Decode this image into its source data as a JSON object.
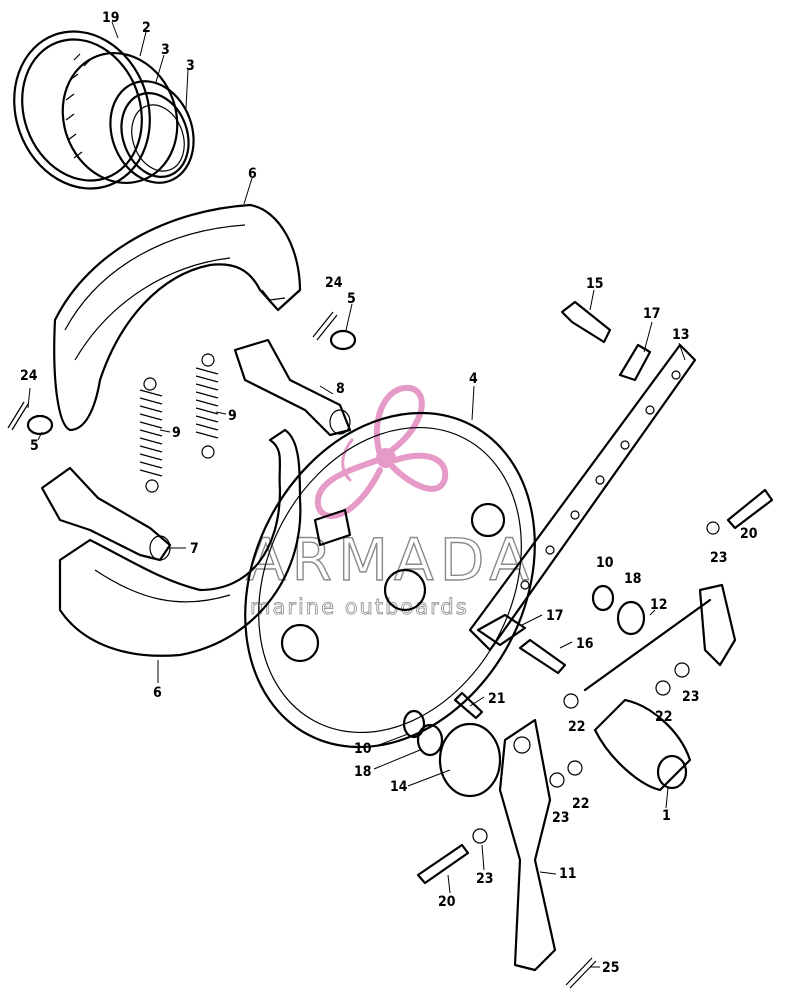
{
  "watermark": {
    "brand": "ARMADA",
    "tagline": "marine outboards",
    "logo_color": "#e69ac8",
    "text_color": "#8a8a8a"
  },
  "callouts": [
    {
      "id": "c-19-top",
      "label": "19"
    },
    {
      "id": "c-2",
      "label": "2"
    },
    {
      "id": "c-3a",
      "label": "3"
    },
    {
      "id": "c-3b",
      "label": "3"
    },
    {
      "id": "c-6-top",
      "label": "6"
    },
    {
      "id": "c-24-mid",
      "label": "24"
    },
    {
      "id": "c-5-mid",
      "label": "5"
    },
    {
      "id": "c-8",
      "label": "8"
    },
    {
      "id": "c-24-left",
      "label": "24"
    },
    {
      "id": "c-5-left",
      "label": "5"
    },
    {
      "id": "c-9-left",
      "label": "9"
    },
    {
      "id": "c-9-right",
      "label": "9"
    },
    {
      "id": "c-7",
      "label": "7"
    },
    {
      "id": "c-6-bottom",
      "label": "6"
    },
    {
      "id": "c-4",
      "label": "4"
    },
    {
      "id": "c-15",
      "label": "15"
    },
    {
      "id": "c-17-top",
      "label": "17"
    },
    {
      "id": "c-13",
      "label": "13"
    },
    {
      "id": "c-20-right",
      "label": "20"
    },
    {
      "id": "c-23-right",
      "label": "23"
    },
    {
      "id": "c-10-right",
      "label": "10"
    },
    {
      "id": "c-18-right",
      "label": "18"
    },
    {
      "id": "c-12",
      "label": "12"
    },
    {
      "id": "c-17-mid",
      "label": "17"
    },
    {
      "id": "c-16",
      "label": "16"
    },
    {
      "id": "c-22-a",
      "label": "22"
    },
    {
      "id": "c-22-b",
      "label": "22"
    },
    {
      "id": "c-23-b",
      "label": "23"
    },
    {
      "id": "c-21",
      "label": "21"
    },
    {
      "id": "c-10-left",
      "label": "10"
    },
    {
      "id": "c-18-left",
      "label": "18"
    },
    {
      "id": "c-14",
      "label": "14"
    },
    {
      "id": "c-1",
      "label": "1"
    },
    {
      "id": "c-22-c",
      "label": "22"
    },
    {
      "id": "c-23-c",
      "label": "23"
    },
    {
      "id": "c-11",
      "label": "11"
    },
    {
      "id": "c-20-bottom",
      "label": "20"
    },
    {
      "id": "c-23-bottom",
      "label": "23"
    },
    {
      "id": "c-25",
      "label": "25"
    }
  ]
}
